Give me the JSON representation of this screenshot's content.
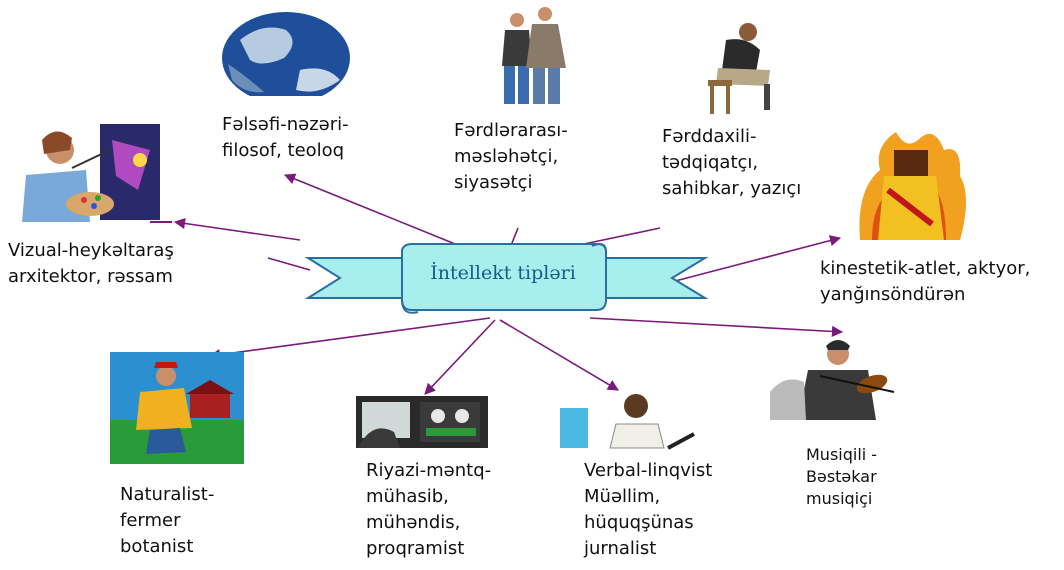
{
  "center": {
    "title": "İntellekt tipləri"
  },
  "nodes": [
    {
      "id": "falsafi",
      "label": "Fəlsəfi-nəzəri-\nfilosof, teoloq",
      "icon": "globe-icon"
    },
    {
      "id": "ferdlerarasi",
      "label": "Fərdlərarası-\nməsləhətçi,\nsiyasətçi",
      "icon": "couple-icon"
    },
    {
      "id": "ferddaxili",
      "label": "Fərddaxili-\ntədqiqatçı,\nsahibkar, yazıçı",
      "icon": "thinker-icon"
    },
    {
      "id": "vizual",
      "label": "Vizual-heykəltaraş\narxitektor, rəssam",
      "icon": "painter-icon"
    },
    {
      "id": "kinestetik",
      "label": "kinestetik-atlet,  aktyor,\nyanğınsöndürən",
      "icon": "firefighter-icon"
    },
    {
      "id": "naturalist",
      "label": "Naturalist-\nfermer\nbotanist",
      "icon": "farmer-icon"
    },
    {
      "id": "riyazi",
      "label": "Riyazi-məntq-\nmühasib,\nmühəndis,\nproqramist",
      "icon": "computer-operator-icon"
    },
    {
      "id": "verbal",
      "label": "Verbal-linqvist\nMüəllim,\nhüquqşünas\njurnalist",
      "icon": "teacher-icon"
    },
    {
      "id": "musiqili",
      "label": "Musiqili -\nBəstəkar\nmusiqiçi",
      "icon": "violinist-icon"
    }
  ],
  "colors": {
    "arrow": "#7a1a7a",
    "banner": "#a8eeec",
    "banner_stroke": "#2a6fa0"
  }
}
